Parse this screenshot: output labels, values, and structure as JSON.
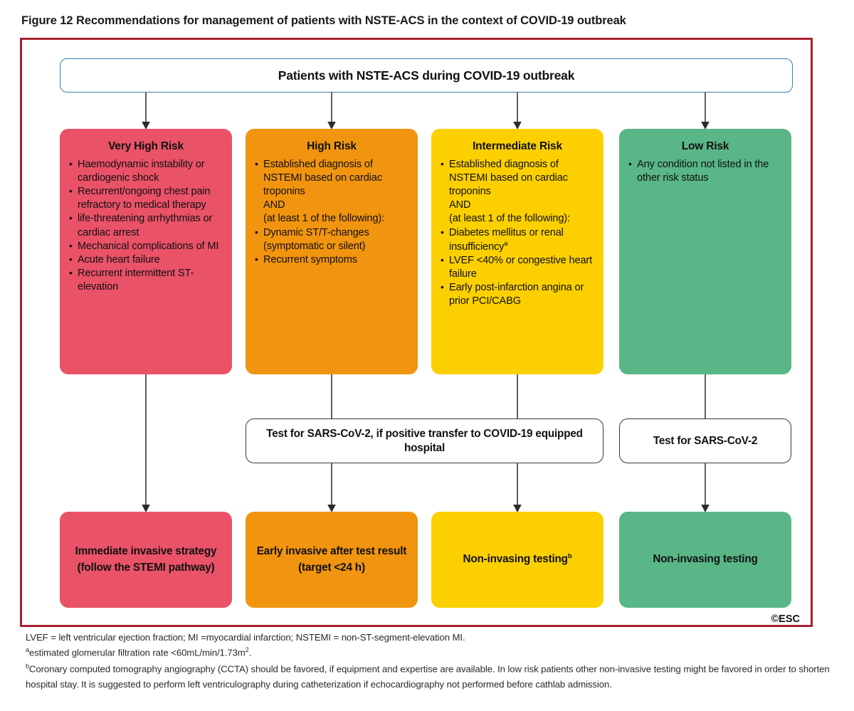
{
  "figure": {
    "caption": "Figure 12 Recommendations for management of patients with NSTE-ACS in the context of COVID-19 outbreak",
    "copyright": "©ESC"
  },
  "colors": {
    "frame_red": "#A8202F",
    "top_box_border": "#3B7FAC",
    "very_high_risk": "#EA5268",
    "high_risk": "#F1940F",
    "intermediate_risk": "#FCD000",
    "low_risk": "#59B686",
    "connector": "#2b2b2b",
    "text": "#111111"
  },
  "top_box": {
    "title": "Patients with NSTE-ACS during COVID-19 outbreak"
  },
  "risk_columns": [
    {
      "id": "very-high",
      "title": "Very High Risk",
      "items": [
        {
          "text": "Haemodynamic instability or cardiogenic shock",
          "bullet": true
        },
        {
          "text": "Recurrent/ongoing chest pain refractory to medical therapy",
          "bullet": true
        },
        {
          "text": "life-threatening arrhythmias or cardiac arrest",
          "bullet": true
        },
        {
          "text": "Mechanical complications of MI",
          "bullet": true
        },
        {
          "text": "Acute heart failure",
          "bullet": true
        },
        {
          "text": "Recurrent intermittent ST-elevation",
          "bullet": true
        }
      ]
    },
    {
      "id": "high",
      "title": "High Risk",
      "items": [
        {
          "text": "Established diagnosis of NSTEMI based on cardiac troponins",
          "bullet": true
        },
        {
          "text": "AND",
          "bullet": false
        },
        {
          "text": "(at least 1 of the following):",
          "bullet": false
        },
        {
          "text": "Dynamic ST/T-changes (symptomatic or silent)",
          "bullet": true
        },
        {
          "text": "Recurrent symptoms",
          "bullet": true
        }
      ]
    },
    {
      "id": "intermediate",
      "title": "Intermediate Risk",
      "items": [
        {
          "text": "Established diagnosis of NSTEMI based on cardiac troponins",
          "bullet": true
        },
        {
          "text": "AND",
          "bullet": false
        },
        {
          "text": "(at least 1 of the following):",
          "bullet": false
        },
        {
          "text": "Diabetes mellitus or renal insufficiency",
          "bullet": true,
          "sup": "a"
        },
        {
          "text": "LVEF <40% or congestive heart failure",
          "bullet": true
        },
        {
          "text": "Early post-infarction angina or prior PCI/CABG",
          "bullet": true
        }
      ]
    },
    {
      "id": "low",
      "title": "Low Risk",
      "items": [
        {
          "text": "Any condition not listed in the other risk status",
          "bullet": true
        }
      ]
    }
  ],
  "test_boxes": {
    "main": "Test for SARS-CoV-2, if positive transfer to COVID-19 equipped hospital",
    "low": "Test for SARS-CoV-2"
  },
  "outcomes": [
    {
      "id": "very-high",
      "text": "Immediate invasive strategy (follow the STEMI pathway)",
      "lines": [
        "Immediate invasive",
        "strategy",
        "(follow the",
        "STEMI pathway)"
      ]
    },
    {
      "id": "high",
      "text": "Early invasive after test result (target <24 h)",
      "lines": [
        "Early invasive after test",
        "result (target <24 h)"
      ]
    },
    {
      "id": "intermediate",
      "text": "Non-invasing testing",
      "sup": "b",
      "lines": [
        "Non-invasing testing"
      ]
    },
    {
      "id": "low",
      "text": "Non-invasing testing",
      "lines": [
        "Non-invasing testing"
      ]
    }
  ],
  "footnotes": {
    "abbreviations": "LVEF = left ventricular ejection fraction; MI =myocardial infarction; NSTEMI = non-ST-segment-elevation MI.",
    "note_a_marker": "a",
    "note_a": "estimated glomerular filtration rate <60mL/min/1.73m",
    "note_a_sup": "2",
    "note_a_end": ".",
    "note_b_marker": "b",
    "note_b": "Coronary computed tomography angiography (CCTA) should be favored, if equipment and expertise are available. In low risk patients other non-invasive testing might be favored in order to shorten hospital stay. It is suggested to perform left ventriculography during catheterization if echocardiography not performed before cathlab admission."
  }
}
